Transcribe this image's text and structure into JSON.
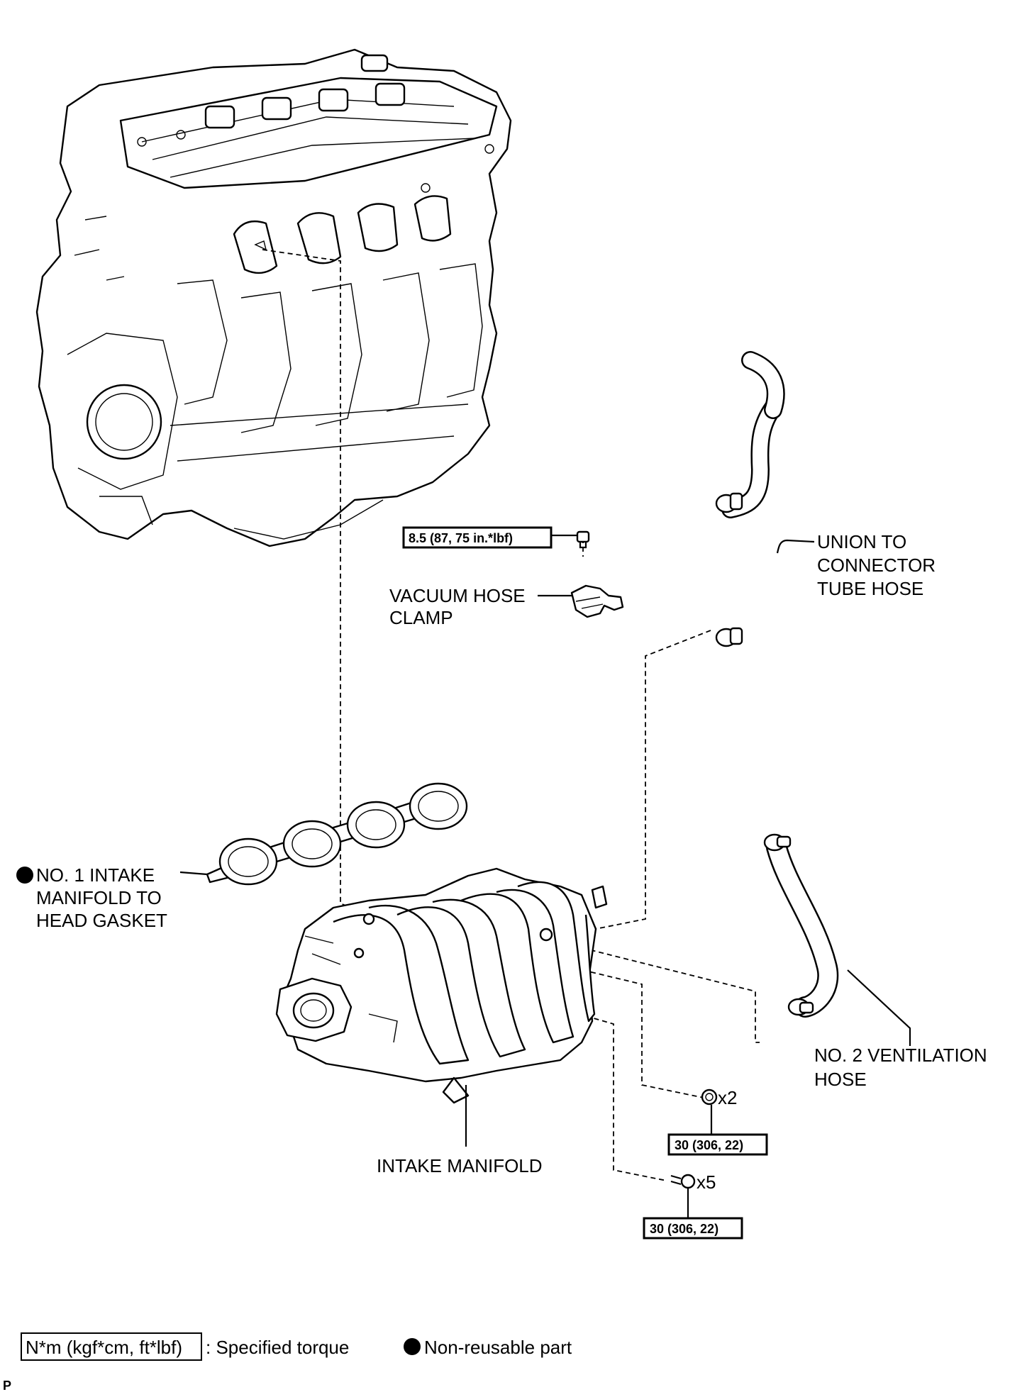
{
  "labels": {
    "vacuum_hose_clamp": [
      "VACUUM HOSE",
      "CLAMP"
    ],
    "union_hose": [
      "UNION TO",
      "CONNECTOR",
      "TUBE HOSE"
    ],
    "gasket": [
      "NO. 1 INTAKE",
      "MANIFOLD TO",
      "HEAD GASKET"
    ],
    "ventilation_hose": [
      "NO. 2 VENTILATION",
      "HOSE"
    ],
    "intake_manifold": "INTAKE MANIFOLD"
  },
  "torques": {
    "clamp_bolt": "8.5 (87, 75 in.*lbf)",
    "nut_torque": "30 (306, 22)",
    "bolt_torque": "30 (306, 22)"
  },
  "quantities": {
    "nut_qty": "x2",
    "bolt_qty": "x5"
  },
  "legend": {
    "torque_unit": "N*m (kgf*cm, ft*lbf)",
    "torque_text": ": Specified torque",
    "nonreusable_text": "Non-reusable part"
  },
  "corner_mark": "P"
}
